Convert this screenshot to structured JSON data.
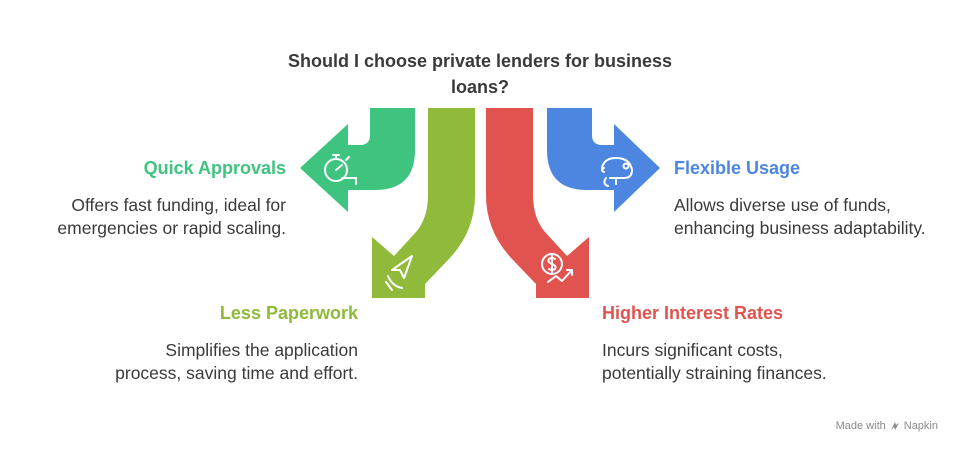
{
  "question": "Should I choose private lenders for business loans?",
  "items": {
    "quick": {
      "title": "Quick Approvals",
      "description": "Offers fast funding, ideal for emergencies or rapid scaling.",
      "color": "#3ec47f",
      "icon": "stopwatch-icon"
    },
    "paperwork": {
      "title": "Less Paperwork",
      "description": "Simplifies the application process, saving time and effort.",
      "color": "#8fba3a",
      "icon": "paper-plane-hand-icon"
    },
    "interest": {
      "title": "Higher Interest Rates",
      "description": "Incurs significant costs, potentially straining finances.",
      "color": "#e0534f",
      "icon": "dollar-trend-icon"
    },
    "flexible": {
      "title": "Flexible Usage",
      "description": "Allows diverse use of funds, enhancing business adaptability.",
      "color": "#4d86e0",
      "icon": "chameleon-icon"
    }
  },
  "footer": {
    "prefix": "Made with",
    "brand": "Napkin"
  }
}
